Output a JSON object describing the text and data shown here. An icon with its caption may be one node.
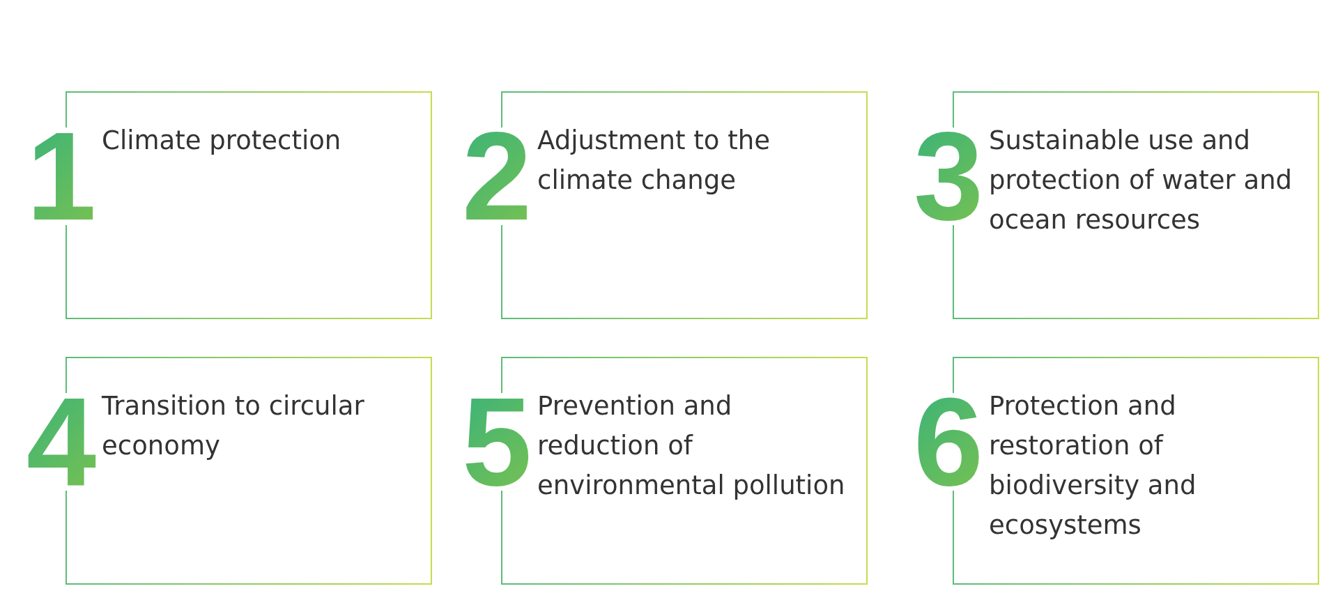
{
  "diagram": {
    "nodes": [
      {
        "text": [
          "1",
          "Climate protection"
        ]
      },
      {
        "text": [
          "2",
          "Adjustment to the climate change"
        ]
      },
      {
        "text": [
          "3",
          "Sustainable use and protection of water and ocean resources"
        ]
      },
      {
        "text": [
          "4",
          "Transition to circular economy"
        ]
      },
      {
        "text": [
          "5",
          "Prevention and reduction of environmental pollution"
        ]
      },
      {
        "text": [
          "6",
          "Protection and restoration of biodiversity and ecosystems"
        ]
      }
    ]
  }
}
